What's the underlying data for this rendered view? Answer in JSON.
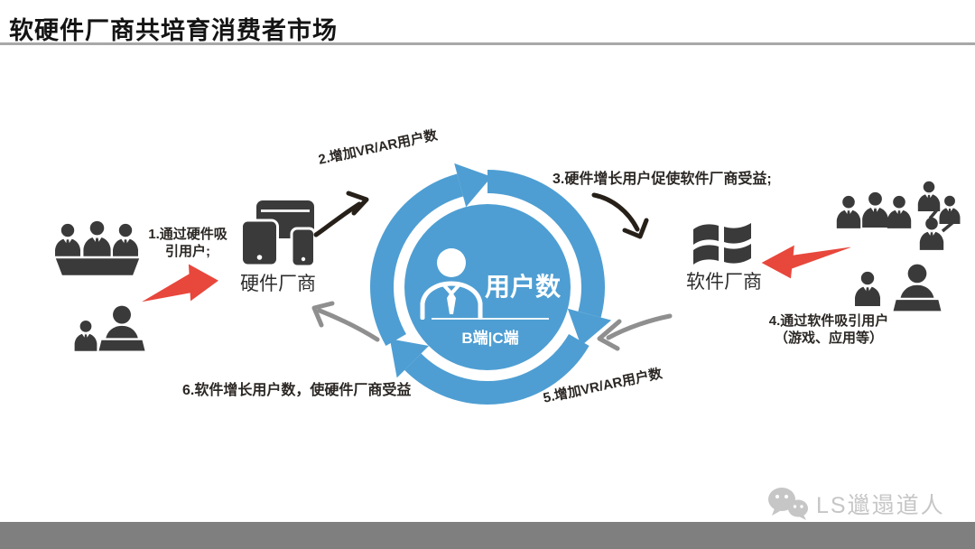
{
  "header": {
    "title": "软硬件厂商共培育消费者市场"
  },
  "cycle": {
    "center_label": "用户数",
    "center_sublabel": "B端|C端"
  },
  "vendors": {
    "hardware_label": "硬件厂商",
    "software_label": "软件厂商"
  },
  "steps": {
    "s1_line1": "1.通过硬件吸",
    "s1_line2": "引用户;",
    "s2": "2.增加VR/AR用户数",
    "s3": "3.硬件增长用户促使软件厂商受益;",
    "s4_line1": "4.通过软件吸引用户",
    "s4_line2": "（游戏、应用等）",
    "s5": "5.增加VR/AR用户数",
    "s6": "6.软件增长用户数，使硬件厂商受益"
  },
  "watermark": {
    "label": "LS邋遢道人"
  },
  "icons": {
    "wechat_icon": "two chat bubbles with smiley faces",
    "user_icon": "white person with tie",
    "hardware_devices_icon": "monitor, tablet and phone",
    "windows_icon": "windows flag",
    "people_icons": "dark user silhouettes"
  },
  "colors": {
    "cycle_blue": "#4E9ED3",
    "accent_red": "#E8473C",
    "icon_dark": "#3A3A3A",
    "arrow_gray": "#8F8F8F",
    "bottom_bar": "#7F7F7F",
    "rule_gray": "#A8A8A8"
  }
}
